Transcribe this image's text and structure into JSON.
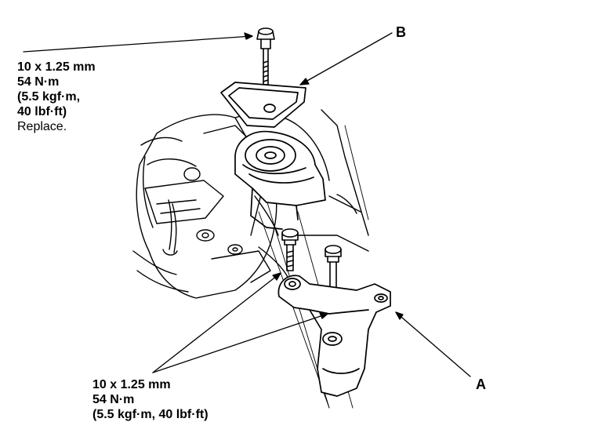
{
  "upper_bolt": {
    "size": "10 x 1.25 mm",
    "torque": "54 N·m",
    "torque_alt_1": "(5.5 kgf·m,",
    "torque_alt_2": "40 lbf·ft)",
    "note": "Replace."
  },
  "lower_bolts": {
    "size": "10 x 1.25 mm",
    "torque": "54 N·m",
    "torque_alt": "(5.5 kgf·m, 40 lbf·ft)"
  },
  "callouts": {
    "a": "A",
    "b": "B"
  },
  "colors": {
    "ink": "#000000",
    "paper": "#ffffff"
  }
}
